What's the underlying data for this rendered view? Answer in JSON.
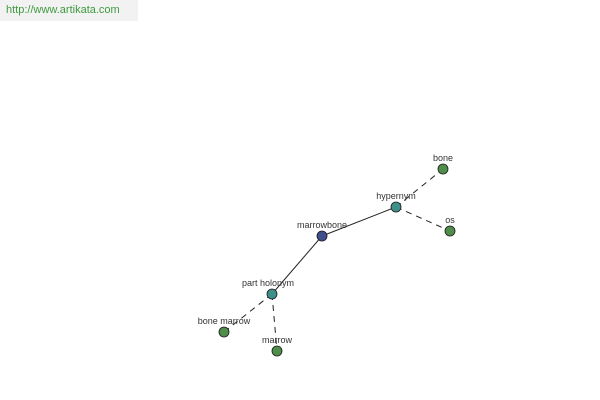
{
  "site": {
    "url_text": "http://www.artikata.com"
  },
  "graph": {
    "nodes": [
      {
        "id": "marrowbone",
        "label": "marrowbone",
        "role": "center",
        "color": "#3e4f8c"
      },
      {
        "id": "hypernym",
        "label": "hypernym",
        "role": "relation",
        "color": "#3f8f8a"
      },
      {
        "id": "part-holonym",
        "label": "part holonym",
        "role": "relation",
        "color": "#3f8f8a"
      },
      {
        "id": "bone",
        "label": "bone",
        "role": "term",
        "color": "#4e8e4a"
      },
      {
        "id": "os",
        "label": "os",
        "role": "term",
        "color": "#4e8e4a"
      },
      {
        "id": "bone-marrow",
        "label": "bone marrow",
        "role": "term",
        "color": "#4e8e4a"
      },
      {
        "id": "marrow",
        "label": "marrow",
        "role": "term",
        "color": "#4e8e4a"
      }
    ],
    "edges": [
      {
        "from": "marrowbone",
        "to": "hypernym",
        "style": "solid"
      },
      {
        "from": "marrowbone",
        "to": "part-holonym",
        "style": "solid"
      },
      {
        "from": "hypernym",
        "to": "bone",
        "style": "dashed"
      },
      {
        "from": "hypernym",
        "to": "os",
        "style": "dashed"
      },
      {
        "from": "part-holonym",
        "to": "bone-marrow",
        "style": "dashed"
      },
      {
        "from": "part-holonym",
        "to": "marrow",
        "style": "dashed"
      }
    ]
  }
}
